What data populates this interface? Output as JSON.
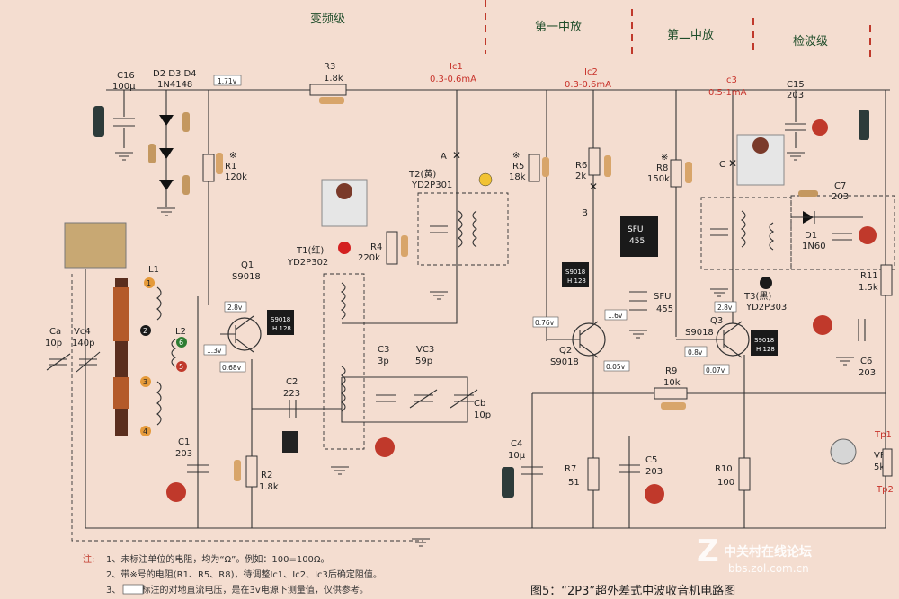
{
  "stages": {
    "mixer": "变频级",
    "if1": "第一中放",
    "if2": "第二中放",
    "detector": "检波级"
  },
  "currents": {
    "ic1_name": "Ic1",
    "ic1_value": "0.3-0.6mA",
    "ic2_name": "Ic2",
    "ic2_value": "0.3-0.6mA",
    "ic3_name": "Ic3",
    "ic3_value": "0.5-1mA"
  },
  "components": {
    "c16_name": "C16",
    "c16_value": "100μ",
    "diodes_name": "D2 D3 D4",
    "diodes_value": "1N4148",
    "r3_name": "R3",
    "r3_value": "1.8k",
    "r1_name": "R1",
    "r1_value": "120k",
    "r1_mark": "※",
    "c15_name": "C15",
    "c15_value": "203",
    "t2_name": "T2(黄)",
    "t2_value": "YD2P301",
    "r5_name": "R5",
    "r5_value": "18k",
    "r5_mark": "※",
    "r6_name": "R6",
    "r6_value": "2k",
    "r8_name": "R8",
    "r8_value": "150k",
    "r8_mark": "※",
    "c7_name": "C7",
    "c7_value": "203",
    "d1_name": "D1",
    "d1_value": "1N60",
    "t1_name": "T1(红)",
    "t1_value": "YD2P302",
    "r4_name": "R4",
    "r4_value": "220k",
    "sfu_body": "SFU",
    "sfu_body_value": "455",
    "sfu_name": "SFU",
    "sfu_value": "455",
    "l1_name": "L1",
    "l2_name": "L2",
    "q1_name": "Q1",
    "q1_value": "S9018",
    "q2_name": "Q2",
    "q2_value": "S9018",
    "q3_name": "Q3",
    "q3_value": "S9018",
    "q_body_1": "S9018",
    "q_body_2": "H 128",
    "ca_name": "Ca",
    "ca_value": "10p",
    "vc4_name": "Vc4",
    "vc4_value": "140p",
    "c3_name": "C3",
    "c3_value": "3p",
    "vc3_name": "VC3",
    "vc3_value": "59p",
    "cb_name": "Cb",
    "cb_value": "10p",
    "c2_name": "C2",
    "c2_value": "223",
    "t3_name": "T3(黑)",
    "t3_value": "YD2P303",
    "r11_name": "R11",
    "r11_value": "1.5k",
    "c6_name": "C6",
    "c6_value": "203",
    "r9_name": "R9",
    "r9_value": "10k",
    "c1_name": "C1",
    "c1_value": "203",
    "r2_name": "R2",
    "r2_value": "1.8k",
    "c4_name": "C4",
    "c4_value": "10μ",
    "r7_name": "R7",
    "r7_value": "51",
    "c5_name": "C5",
    "c5_value": "203",
    "r10_name": "R10",
    "r10_value": "100",
    "vr_name": "VR",
    "vr_value": "5k",
    "tp1": "Tp1",
    "tp2": "Tp2"
  },
  "voltages": {
    "v_top": "1.71v",
    "q1_c": "2.8v",
    "q1_b": "1.3v",
    "q1_e": "0.68v",
    "q2_c": "1.6v",
    "q2_b": "0.76v",
    "q2_e": "0.05v",
    "q3_c": "2.8v",
    "q3_b": "0.8v",
    "q3_e": "0.07v"
  },
  "points": {
    "a": "A",
    "b": "B",
    "c": "C"
  },
  "pins": {
    "p1": "1",
    "p2": "2",
    "p3": "3",
    "p4": "4",
    "p5": "5",
    "p6": "6"
  },
  "notes": {
    "label": "注:",
    "n1": "1、未标注单位的电阻，均为“Ω”。例如：100=100Ω。",
    "n2": "2、带※号的电阻(R1、R5、R8)，待调整Ic1、Ic2、Ic3后确定阻值。",
    "n3": "3、       内所标注的对地直流电压，是在3v电源下测量值，仅供参考。"
  },
  "caption": "图5：“2P3”超外差式中波收音机电路图",
  "watermark": {
    "brand": "中关村在线论坛",
    "url": "bbs.zol.com.cn"
  },
  "colors": {
    "background": "#f4ddd0",
    "stage_text": "#1f4d2a",
    "stage_divider": "#c0392b",
    "current_text": "#c8332b"
  }
}
